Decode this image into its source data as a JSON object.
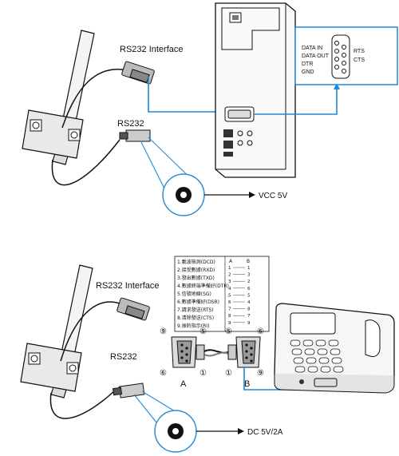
{
  "top": {
    "interface_label": "RS232  Interface",
    "rs232_label": "RS232",
    "vcc_label": "VCC 5V",
    "pin_box": {
      "left_labels": [
        "DATA IN",
        "DATA OUT",
        "DTR",
        "GND"
      ],
      "right_labels": [
        "RTS",
        "CTS"
      ]
    }
  },
  "bottom": {
    "interface_label": "RS232 Interface",
    "rs232_label": "RS232",
    "dc_label": "DC 5V/2A",
    "connector_a_label": "A",
    "connector_b_label": "B",
    "pin_table": {
      "rows": [
        "1.載波檢測(DCD)",
        "2.接受數據(RXD)",
        "3.發出數據(TXD)",
        "4.數據終端準備好(DTR)",
        "5.信號地線(SG)",
        "6.數據準備好(DSR)",
        "7.請求發送(RTS)",
        "8.清除發送(CTS)",
        "9.振鈴指示(RI)"
      ],
      "header_a": "A",
      "header_b": "B",
      "mapping": [
        [
          "1",
          "1"
        ],
        [
          "2",
          "3"
        ],
        [
          "3",
          "2"
        ],
        [
          "4",
          "6"
        ],
        [
          "5",
          "5"
        ],
        [
          "6",
          "4"
        ],
        [
          "7",
          "8"
        ],
        [
          "8",
          "7"
        ],
        [
          "9",
          "9"
        ]
      ]
    },
    "pin_numbers": {
      "a_tl": "⑨",
      "a_tr": "⑤",
      "a_bl": "⑥",
      "a_br": "①",
      "b_tl": "⑤",
      "b_tr": "⑥",
      "b_bl": "①",
      "b_br": "⑨"
    }
  },
  "colors": {
    "cable_blue": "#1e88d6",
    "circle_blue": "#2b8fd8",
    "line": "#111111"
  }
}
